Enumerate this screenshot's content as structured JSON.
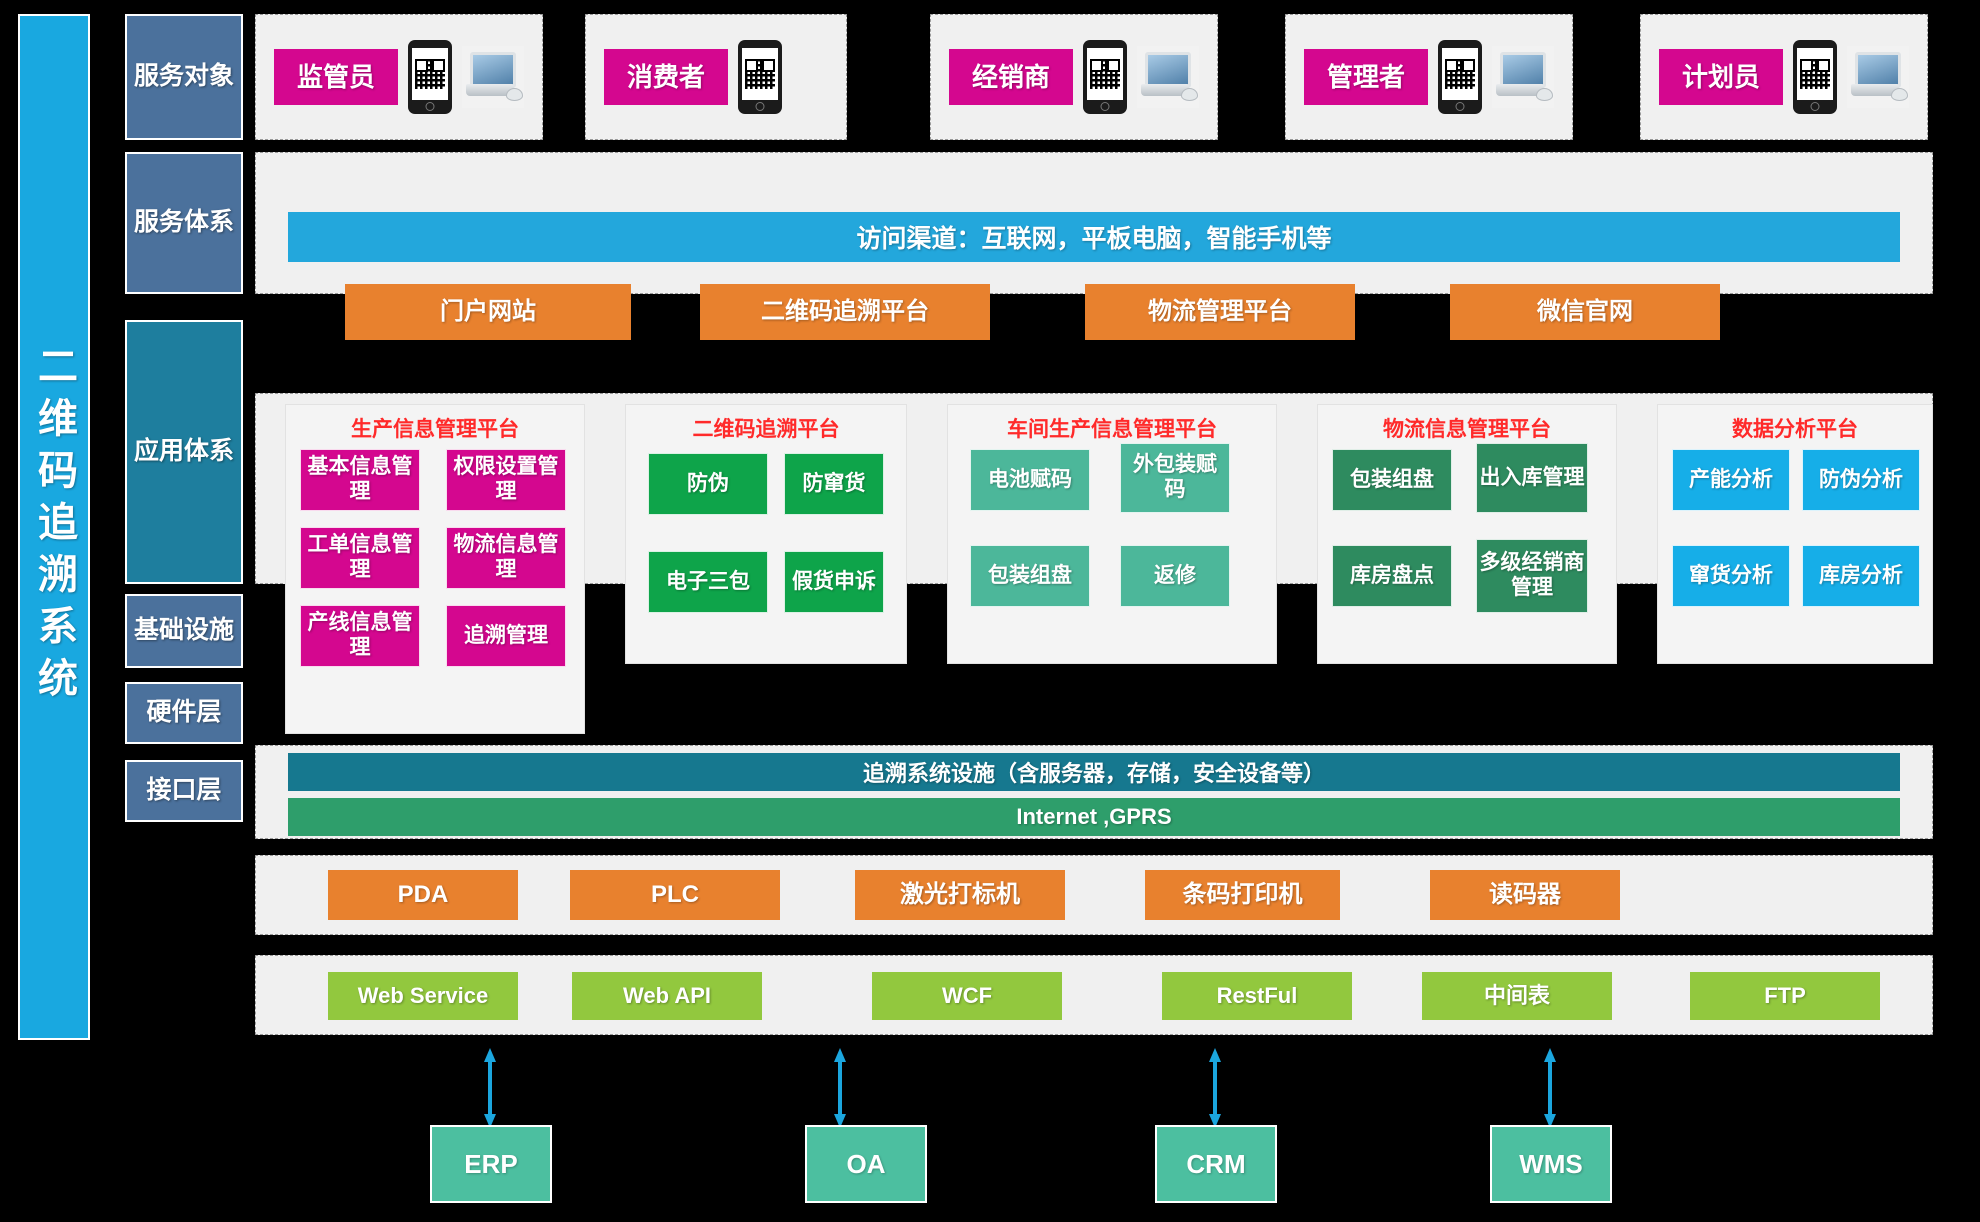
{
  "system": {
    "title": "二维码追溯系统"
  },
  "layers": [
    {
      "key": "service_objects",
      "label": "服务对象"
    },
    {
      "key": "service_system",
      "label": "服务体系"
    },
    {
      "key": "application",
      "label": "应用体系"
    },
    {
      "key": "infrastructure",
      "label": "基础设施"
    },
    {
      "key": "hardware",
      "label": "硬件层"
    },
    {
      "key": "interface",
      "label": "接口层"
    }
  ],
  "service_objects": {
    "items": [
      {
        "role": "监管员",
        "icons": [
          "qr-phone-icon",
          "desktop-pc-icon"
        ]
      },
      {
        "role": "消费者",
        "icons": [
          "qr-phone-icon"
        ]
      },
      {
        "role": "经销商",
        "icons": [
          "qr-phone-icon",
          "desktop-pc-icon"
        ]
      },
      {
        "role": "管理者",
        "icons": [
          "qr-phone-icon",
          "desktop-pc-icon"
        ]
      },
      {
        "role": "计划员",
        "icons": [
          "qr-phone-icon",
          "desktop-pc-icon"
        ]
      }
    ]
  },
  "service_system": {
    "channel_bar": "访问渠道：互联网，平板电脑，智能手机等",
    "platforms": [
      "门户网站",
      "二维码追溯平台",
      "物流管理平台",
      "微信官网"
    ]
  },
  "application": {
    "groups": [
      {
        "title": "生产信息管理平台",
        "color": "#D4078F",
        "tiles": [
          "基本信息管理",
          "权限设置管理",
          "工单信息管理",
          "物流信息管理",
          "产线信息管理",
          "追溯管理"
        ]
      },
      {
        "title": "二维码追溯平台",
        "color": "#0EA44A",
        "tiles": [
          "防伪",
          "防窜货",
          "电子三包",
          "假货申诉"
        ]
      },
      {
        "title": "车间生产信息管理平台",
        "color": "#4CB79A",
        "tiles": [
          "电池赋码",
          "外包装赋码",
          "包装组盘",
          "返修"
        ]
      },
      {
        "title": "物流信息管理平台",
        "color": "#2E8B5F",
        "tiles": [
          "包装组盘",
          "出入库管理",
          "库房盘点",
          "多级经销商管理"
        ]
      },
      {
        "title": "数据分析平台",
        "color": "#16AEE8",
        "tiles": [
          "产能分析",
          "防伪分析",
          "窜货分析",
          "库房分析"
        ]
      }
    ]
  },
  "infrastructure": {
    "facility_bar": "追溯系统设施（含服务器，存储，安全设备等）",
    "network_bar": "Internet ,GPRS"
  },
  "hardware": {
    "items": [
      "PDA",
      "PLC",
      "激光打标机",
      "条码打印机",
      "读码器"
    ]
  },
  "interface": {
    "items": [
      "Web Service",
      "Web API",
      "WCF",
      "RestFul",
      "中间表",
      "FTP"
    ]
  },
  "external_systems": {
    "items": [
      "ERP",
      "OA",
      "CRM",
      "WMS"
    ],
    "connector": "bidirectional-arrow"
  },
  "colors": {
    "system_bar": "#19A8E0",
    "layer_label": "#4B719C",
    "layer_label_app": "#1E7E9E",
    "role_tag": "#D4078F",
    "channel_bar": "#23A7DC",
    "platform": "#E8812E",
    "facility": "#16788F",
    "network": "#2E9E6B",
    "hardware": "#E8812E",
    "interface": "#92C83E",
    "external": "#4CBFA0",
    "group_title": "#FF2A2A",
    "arrow": "#1BA6DE"
  }
}
